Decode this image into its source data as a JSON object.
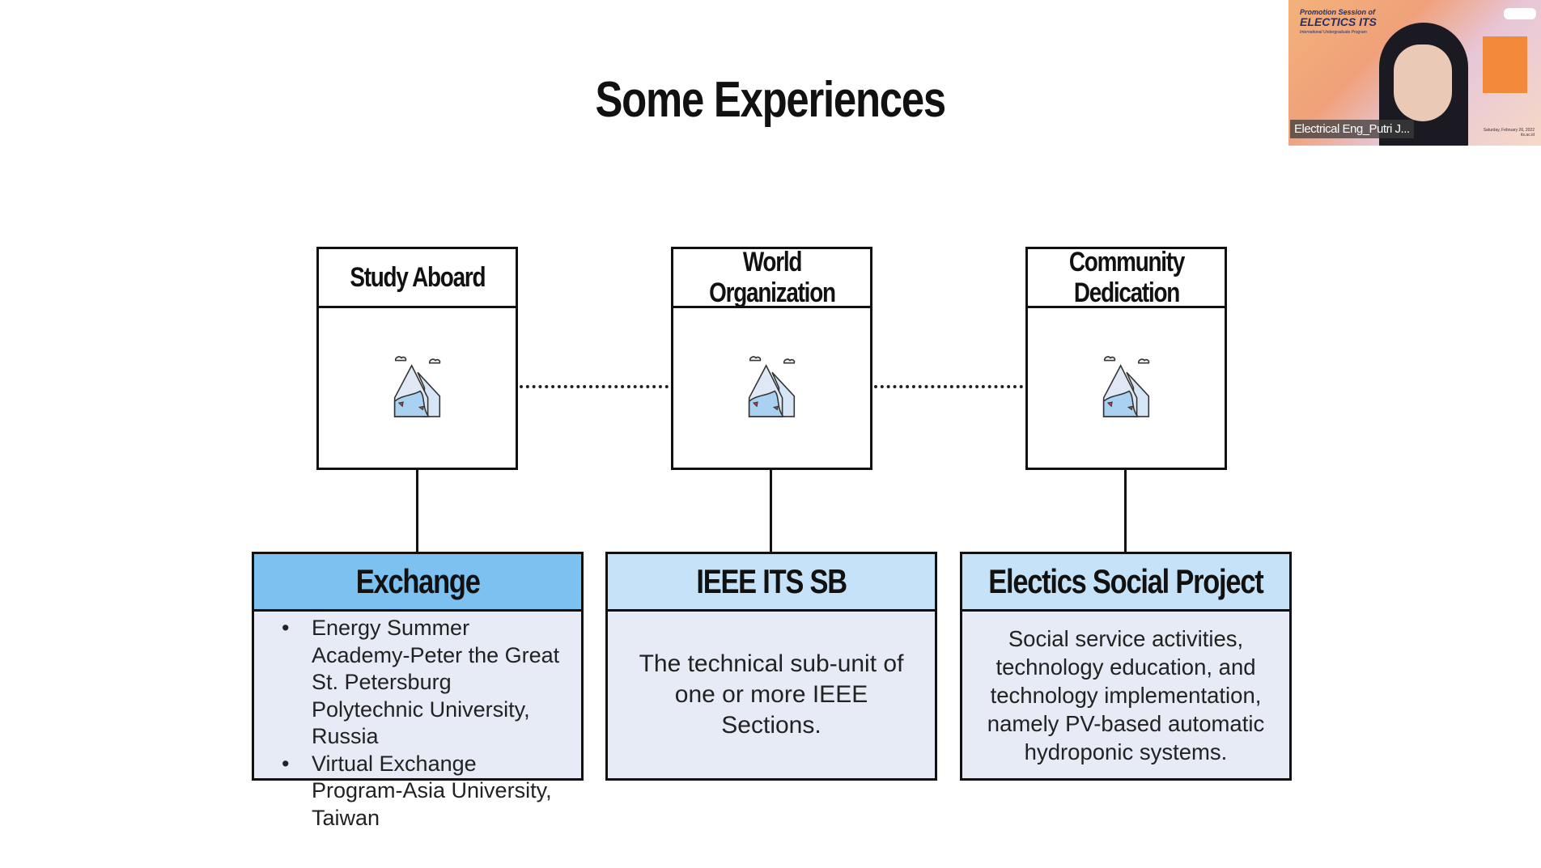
{
  "slide": {
    "title": "Some Experiences",
    "categories": [
      {
        "label": "Study Aboard",
        "icon": "mountain-icon"
      },
      {
        "label": "World Organization",
        "icon": "mountain-icon"
      },
      {
        "label": "Community Dedication",
        "icon": "mountain-icon"
      }
    ],
    "details": [
      {
        "heading": "Exchange",
        "color": "#7dc1f0",
        "bullets": [
          "Energy Summer Academy-Peter the Great St. Petersburg Polytechnic University, Russia",
          "Virtual Exchange Program-Asia University, Taiwan"
        ]
      },
      {
        "heading": "IEEE ITS SB",
        "color": "#c6e2f8",
        "text": "The technical sub-unit of one or more IEEE Sections."
      },
      {
        "heading": "Electics Social Project",
        "color": "#c6e2f8",
        "text": "Social service activities, technology education, and technology implementation, namely PV-based automatic hydroponic systems."
      }
    ]
  },
  "video": {
    "participant_name": "Electrical Eng_Putri J...",
    "background_title_small": "Promotion Session of",
    "background_title": "ELECTICS ITS",
    "background_subtitle": "International Undergraduate Program",
    "background_date": "Saturday, February 26, 2022",
    "background_site": "its.ac.id"
  }
}
